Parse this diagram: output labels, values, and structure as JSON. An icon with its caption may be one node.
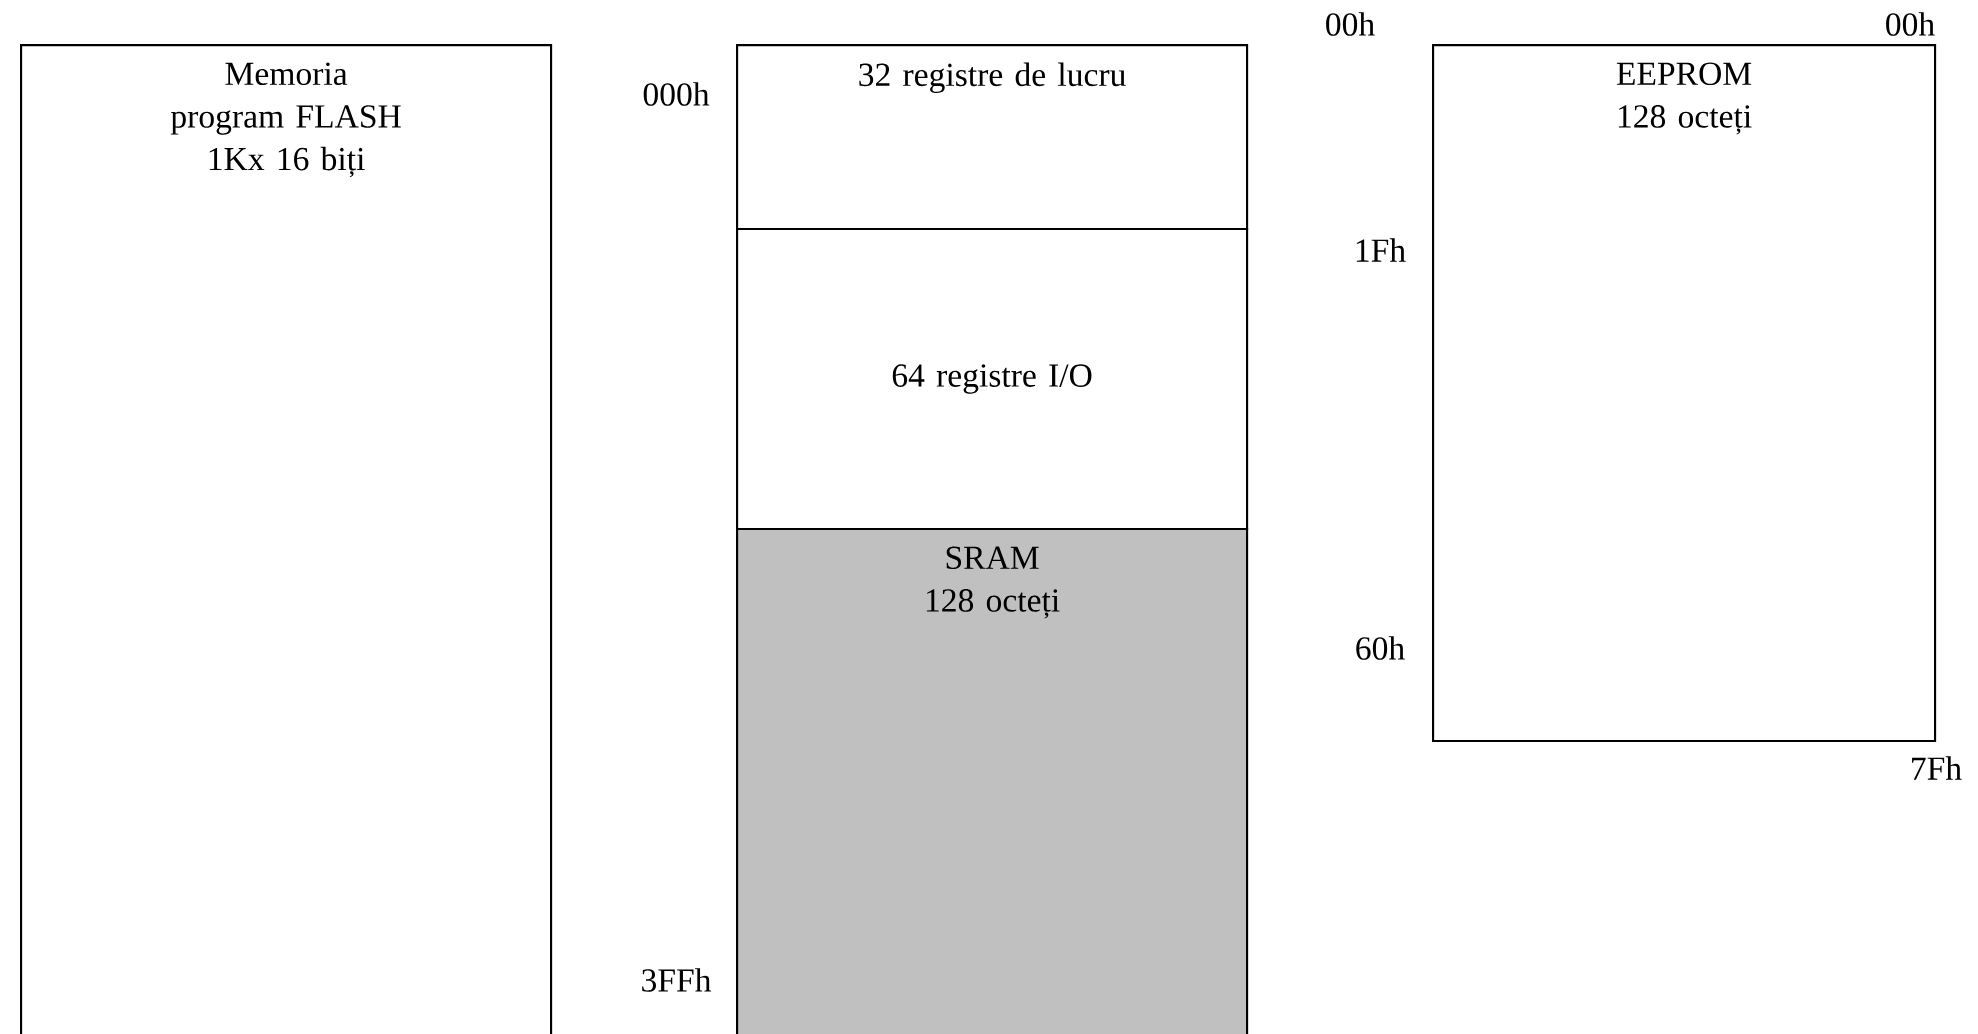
{
  "diagram": {
    "nodes": [
      {
        "text": [
          "Memoria program FLASH 1Kx 16 biți"
        ]
      },
      {
        "text": [
          "32 registre de lucru"
        ]
      },
      {
        "text": [
          "64 registre I/O"
        ]
      },
      {
        "text": [
          "SRAM 128 octeți"
        ]
      },
      {
        "text": [
          "EEPROM 128 octeți"
        ]
      }
    ],
    "labels": [
      "00h",
      "00h",
      "000h",
      "1Fh",
      "60h",
      "7Fh",
      "3FFh"
    ]
  }
}
